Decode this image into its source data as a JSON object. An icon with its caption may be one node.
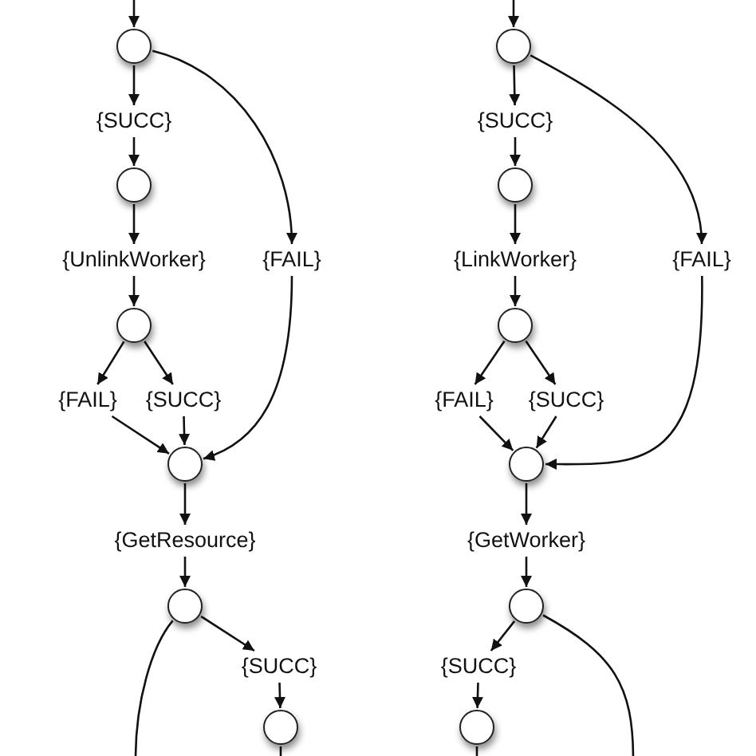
{
  "diagram": {
    "nodes": [
      {
        "text": [],
        "shape": "circle"
      },
      {
        "text": [
          "{SUCC}"
        ]
      },
      {
        "text": [],
        "shape": "circle"
      },
      {
        "text": [
          "{UnlinkWorker}"
        ]
      },
      {
        "text": [
          "{FAIL}"
        ]
      },
      {
        "text": [],
        "shape": "circle"
      },
      {
        "text": [
          "{FAIL}"
        ]
      },
      {
        "text": [
          "{SUCC}"
        ]
      },
      {
        "text": [],
        "shape": "circle"
      },
      {
        "text": [
          "{GetResource}"
        ]
      },
      {
        "text": [],
        "shape": "circle"
      },
      {
        "text": [
          "{SUCC}"
        ]
      },
      {
        "text": [],
        "shape": "circle"
      },
      {
        "text": [],
        "shape": "circle"
      },
      {
        "text": [
          "{SUCC}"
        ]
      },
      {
        "text": [],
        "shape": "circle"
      },
      {
        "text": [
          "{LinkWorker}"
        ]
      },
      {
        "text": [
          "{FAIL}"
        ]
      },
      {
        "text": [],
        "shape": "circle"
      },
      {
        "text": [
          "{FAIL}"
        ]
      },
      {
        "text": [
          "{SUCC}"
        ]
      },
      {
        "text": [],
        "shape": "circle"
      },
      {
        "text": [
          "{GetWorker}"
        ]
      },
      {
        "text": [],
        "shape": "circle"
      },
      {
        "text": [
          "{SUCC}"
        ]
      },
      {
        "text": [],
        "shape": "circle"
      }
    ],
    "edges": [
      {
        "from": null,
        "to": 0,
        "arrow": "to"
      },
      {
        "from": 0,
        "to": 1,
        "arrow": "to"
      },
      {
        "from": 1,
        "to": 2,
        "arrow": "to"
      },
      {
        "from": 2,
        "to": 3,
        "arrow": "to"
      },
      {
        "from": 3,
        "to": 5,
        "arrow": "to"
      },
      {
        "from": 0,
        "to": 4,
        "arrow": "to"
      },
      {
        "from": 5,
        "to": 6,
        "arrow": "to"
      },
      {
        "from": 5,
        "to": 7,
        "arrow": "to"
      },
      {
        "from": 6,
        "to": 8,
        "arrow": "to"
      },
      {
        "from": 7,
        "to": 8,
        "arrow": "to"
      },
      {
        "from": 4,
        "to": 8,
        "arrow": "to"
      },
      {
        "from": 8,
        "to": 9,
        "arrow": "to"
      },
      {
        "from": 9,
        "to": 10,
        "arrow": "to"
      },
      {
        "from": 10,
        "to": 11,
        "arrow": "to"
      },
      {
        "from": 11,
        "to": 12,
        "arrow": "to"
      },
      {
        "from": 10,
        "to": null,
        "arrow": "none"
      },
      {
        "from": 12,
        "to": null,
        "arrow": "none"
      },
      {
        "from": null,
        "to": 13,
        "arrow": "to"
      },
      {
        "from": 13,
        "to": 14,
        "arrow": "to"
      },
      {
        "from": 14,
        "to": 15,
        "arrow": "to"
      },
      {
        "from": 15,
        "to": 16,
        "arrow": "to"
      },
      {
        "from": 16,
        "to": 18,
        "arrow": "to"
      },
      {
        "from": 13,
        "to": 17,
        "arrow": "to"
      },
      {
        "from": 18,
        "to": 19,
        "arrow": "to"
      },
      {
        "from": 18,
        "to": 20,
        "arrow": "to"
      },
      {
        "from": 19,
        "to": 21,
        "arrow": "to"
      },
      {
        "from": 20,
        "to": 21,
        "arrow": "to"
      },
      {
        "from": 17,
        "to": 21,
        "arrow": "to"
      },
      {
        "from": 21,
        "to": 22,
        "arrow": "to"
      },
      {
        "from": 22,
        "to": 23,
        "arrow": "to"
      },
      {
        "from": 23,
        "to": 24,
        "arrow": "to"
      },
      {
        "from": 24,
        "to": 25,
        "arrow": "to"
      },
      {
        "from": 23,
        "to": null,
        "arrow": "none"
      },
      {
        "from": 25,
        "to": null,
        "arrow": "none"
      }
    ]
  }
}
